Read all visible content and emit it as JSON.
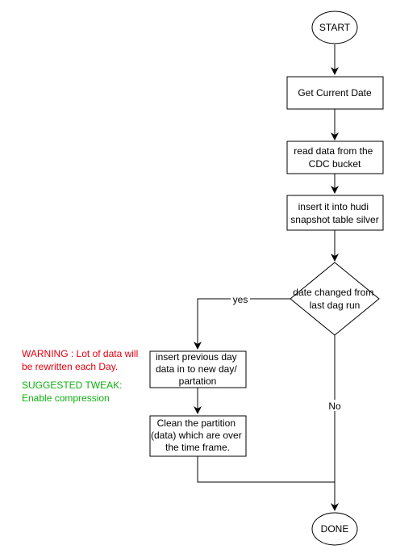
{
  "nodes": {
    "start": "START",
    "get_date": "Get Current Date",
    "read_data": [
      "read data from the",
      "CDC bucket"
    ],
    "insert_hudi": [
      "insert it into hudi",
      "snapshot table silver"
    ],
    "decision": [
      "date changed from",
      "last dag run"
    ],
    "insert_prev": [
      "insert previous day",
      "data in to new day/",
      "partation"
    ],
    "clean": [
      "Clean the partition",
      "(data) which are over",
      "the time frame."
    ],
    "done": "DONE"
  },
  "edges": {
    "yes_label": "yes",
    "no_label": "No"
  },
  "notes": {
    "warning": "WARNING : Lot of data will be rewritten each Day.",
    "tweak_title": "SUGGESTED TWEAK:",
    "tweak_body": "Enable compression"
  },
  "colors": {
    "warning": "#e0000e",
    "tweak": "#0fb00f",
    "stroke": "#000000"
  }
}
